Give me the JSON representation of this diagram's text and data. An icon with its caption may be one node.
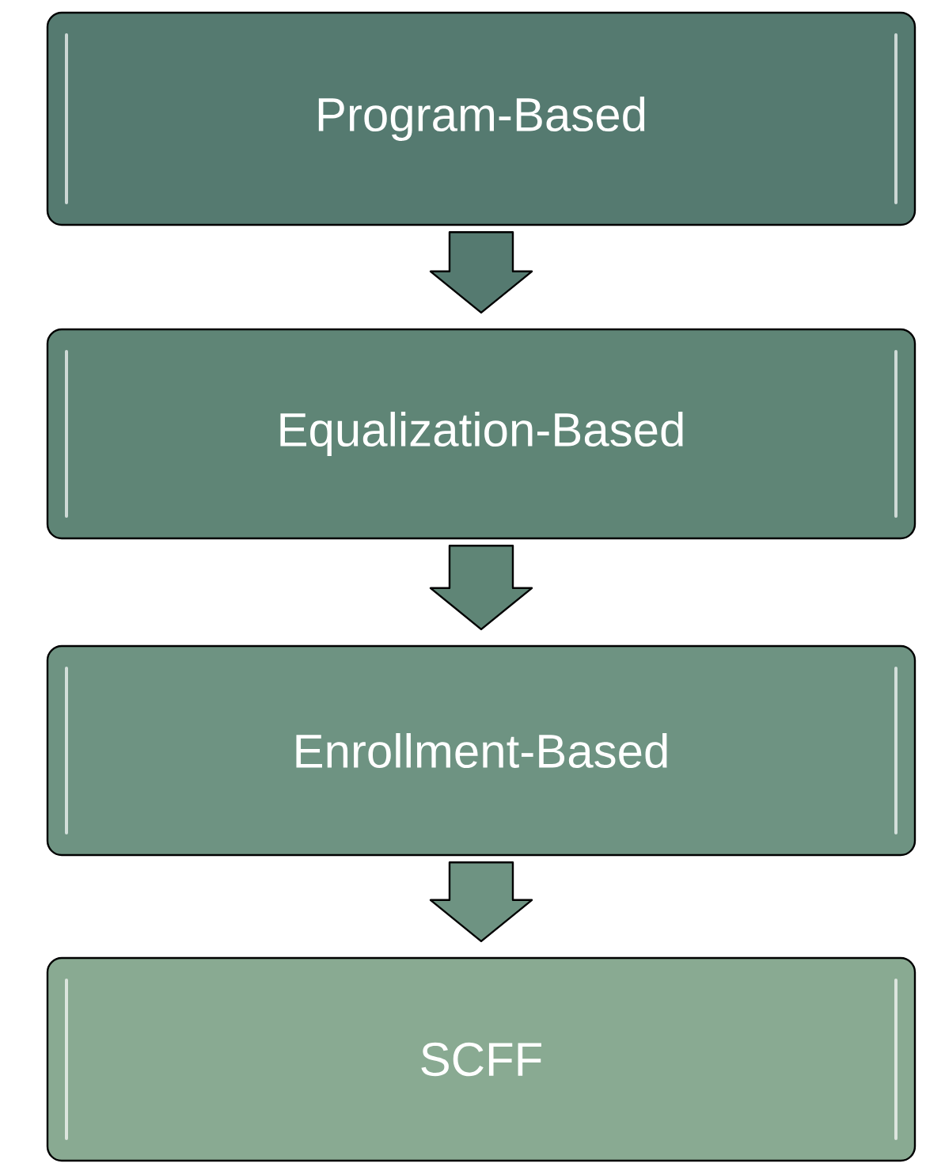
{
  "diagram": {
    "nodes": [
      {
        "text": [
          "Program-Based"
        ]
      },
      {
        "text": [
          "Equalization-Based"
        ]
      },
      {
        "text": [
          "Enrollment-Based"
        ]
      },
      {
        "text": [
          "SCFF"
        ]
      }
    ],
    "edges": [
      {
        "from": 0,
        "to": 1,
        "arrow": "to"
      },
      {
        "from": 1,
        "to": 2,
        "arrow": "to"
      },
      {
        "from": 2,
        "to": 3,
        "arrow": "to"
      }
    ]
  }
}
